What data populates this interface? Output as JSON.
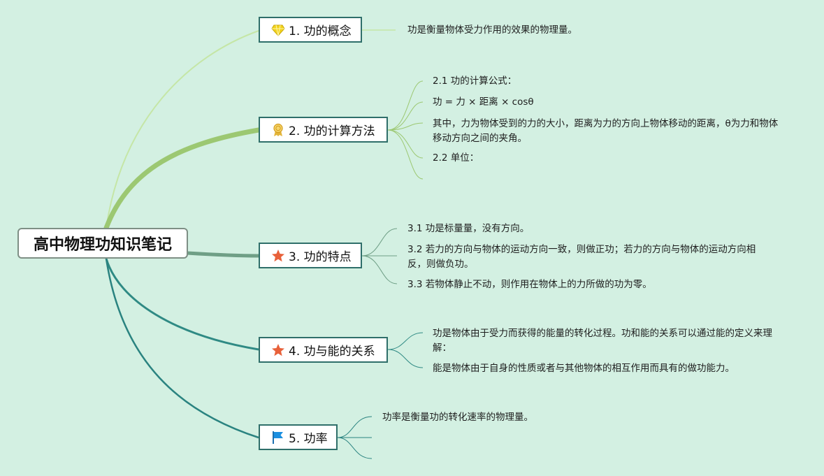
{
  "root": {
    "title": "高中物理功知识笔记"
  },
  "branches": [
    {
      "label": "1. 功的概念",
      "icon": "diamond-icon",
      "items": [
        "功是衡量物体受力作用的效果的物理量。"
      ]
    },
    {
      "label": "2. 功的计算方法",
      "icon": "award-ribbon-icon",
      "items": [
        "2.1 功的计算公式：",
        "功 = 力 × 距离 × cosθ",
        "其中，力为物体受到的力的大小，距离为力的方向上物体移动的距离，θ为力和物体移动方向之间的夹角。",
        "2.2 单位："
      ]
    },
    {
      "label": "3. 功的特点",
      "icon": "star-icon",
      "items": [
        "3.1 功是标量量，没有方向。",
        "3.2 若力的方向与物体的运动方向一致，则做正功；若力的方向与物体的运动方向相反，则做负功。",
        "3.3 若物体静止不动，则作用在物体上的力所做的功为零。"
      ]
    },
    {
      "label": "4. 功与能的关系",
      "icon": "star-icon",
      "items": [
        "功是物体由于受力而获得的能量的转化过程。功和能的关系可以通过能的定义来理解：",
        "能是物体由于自身的性质或者与其他物体的相互作用而具有的做功能力。"
      ]
    },
    {
      "label": "5. 功率",
      "icon": "flag-icon",
      "items": [
        "功率是衡量功的转化速率的物理量。"
      ]
    }
  ],
  "colors": {
    "background": "#d3f0e2",
    "branch1": "#c5e6a6",
    "branch2": "#9cc872",
    "branch3": "#6f9f86",
    "branch4": "#2f8a84",
    "branch5": "#2a8380",
    "node_border": "#2f6f6a",
    "star": "#e8613a",
    "diamond": "#f2d21c",
    "medal": "#e3b53a",
    "flag": "#1b8fe0"
  }
}
